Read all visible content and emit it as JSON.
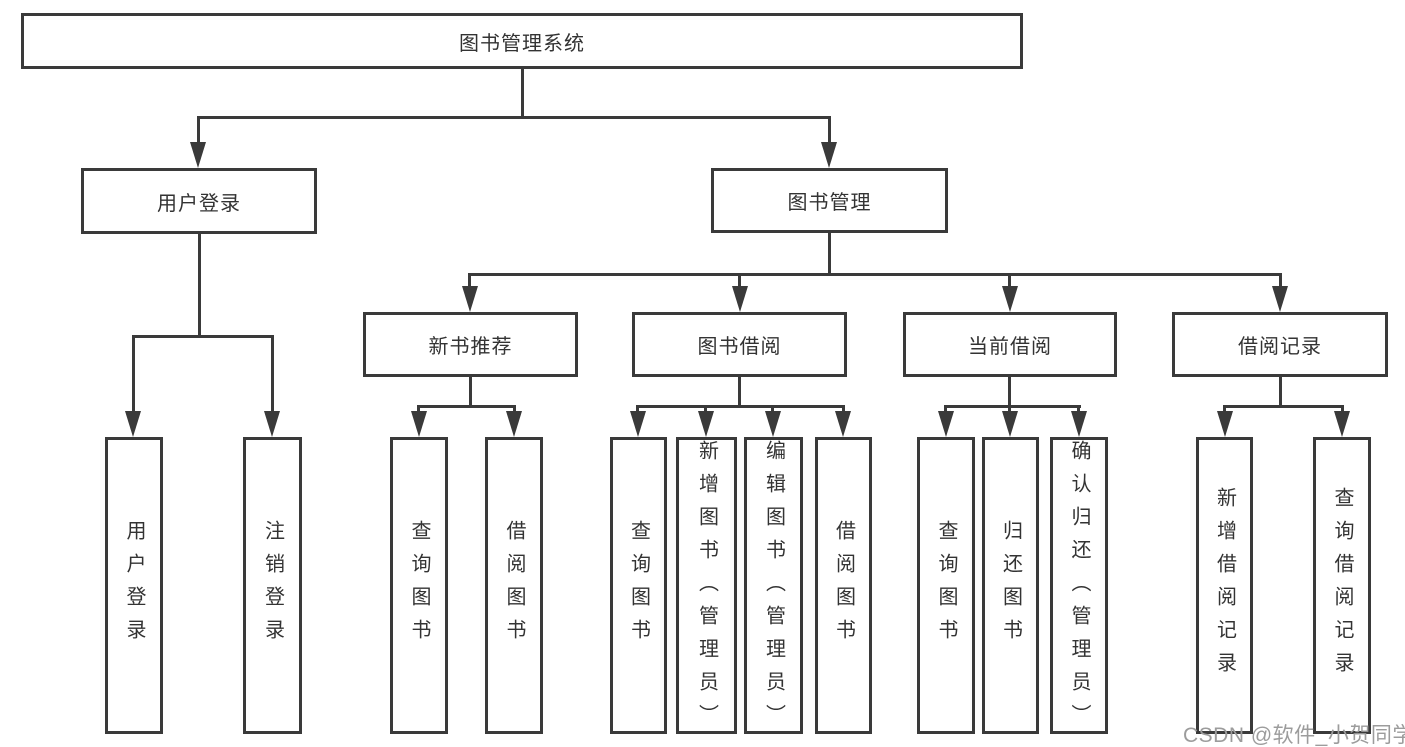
{
  "tree": {
    "root": {
      "label": "图书管理系统"
    },
    "branches": [
      {
        "label": "用户登录",
        "children": [
          {
            "label": "用户登录"
          },
          {
            "label": "注销登录"
          }
        ]
      },
      {
        "label": "图书管理",
        "children": [
          {
            "label": "新书推荐",
            "children": [
              {
                "label": "查询图书"
              },
              {
                "label": "借阅图书"
              }
            ]
          },
          {
            "label": "图书借阅",
            "children": [
              {
                "label": "查询图书"
              },
              {
                "label": "新增图书（管理员）"
              },
              {
                "label": "编辑图书（管理员）"
              },
              {
                "label": "借阅图书"
              }
            ]
          },
          {
            "label": "当前借阅",
            "children": [
              {
                "label": "查询图书"
              },
              {
                "label": "归还图书"
              },
              {
                "label": "确认归还（管理员）"
              }
            ]
          },
          {
            "label": "借阅记录",
            "children": [
              {
                "label": "新增借阅记录"
              },
              {
                "label": "查询借阅记录"
              }
            ]
          }
        ]
      }
    ]
  },
  "watermark": {
    "text": "CSDN @软件_小贺同学"
  },
  "colors": {
    "line": "#3a3a3a",
    "box_border": "#3a3a3a",
    "text": "#333333",
    "watermark": "#9c9c9c",
    "background": "#ffffff"
  }
}
